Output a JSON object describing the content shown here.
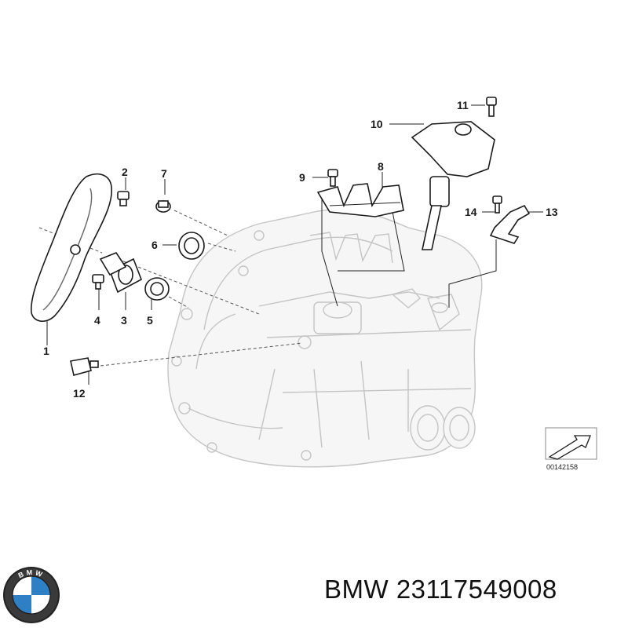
{
  "diagram": {
    "callouts": [
      {
        "id": "1",
        "label": "1"
      },
      {
        "id": "2",
        "label": "2"
      },
      {
        "id": "3",
        "label": "3"
      },
      {
        "id": "4",
        "label": "4"
      },
      {
        "id": "5",
        "label": "5"
      },
      {
        "id": "6",
        "label": "6"
      },
      {
        "id": "7",
        "label": "7"
      },
      {
        "id": "8",
        "label": "8"
      },
      {
        "id": "9",
        "label": "9"
      },
      {
        "id": "10",
        "label": "10"
      },
      {
        "id": "11",
        "label": "11"
      },
      {
        "id": "12",
        "label": "12"
      },
      {
        "id": "13",
        "label": "13"
      },
      {
        "id": "14",
        "label": "14"
      }
    ],
    "reference_number": "00142158"
  },
  "brand": {
    "logo_text": "BMW",
    "caption": "BMW 23117549008"
  },
  "icons": [
    "bmw-roundel-logo",
    "view-direction-arrow-icon"
  ]
}
